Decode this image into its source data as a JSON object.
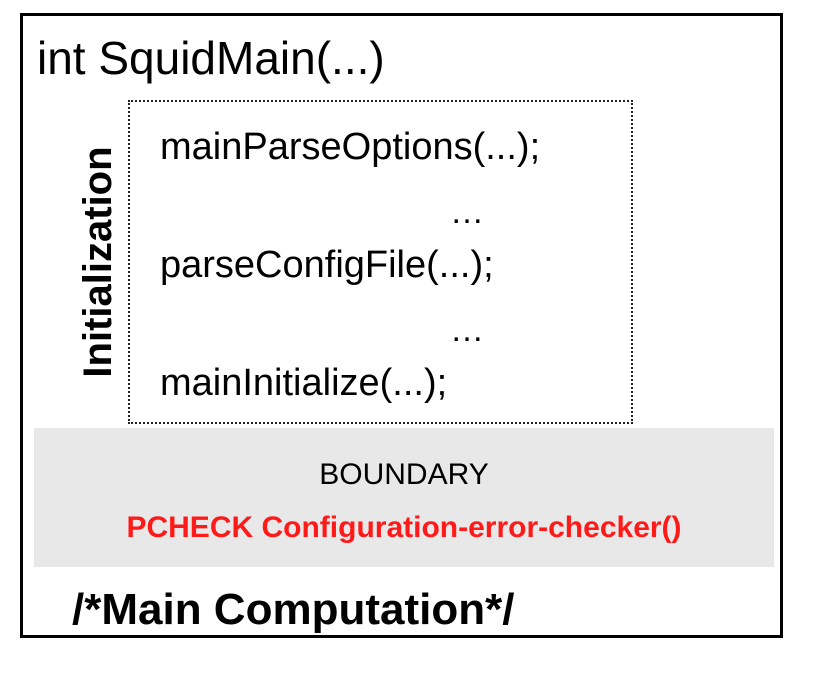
{
  "diagram": {
    "function_signature": "int SquidMain(...)",
    "init_block": {
      "label": "Initialization",
      "lines": [
        "mainParseOptions(...);",
        "…",
        "parseConfigFile(...);",
        "…",
        "mainInitialize(...);"
      ]
    },
    "boundary": {
      "title": "BOUNDARY",
      "checker": "PCHECK Configuration-error-checker()",
      "checker_color": "#ff1a1a",
      "band_color": "#e8e8e8"
    },
    "main_computation": "/*Main Computation*/"
  }
}
